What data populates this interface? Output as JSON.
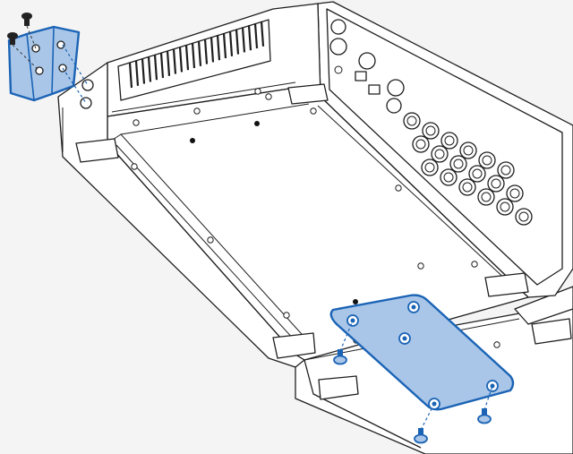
{
  "figure": {
    "colors": {
      "background": "#f4f4f4",
      "outline": "#1e1e1e",
      "device_fill": "#ffffff",
      "highlight_fill": "#a9c6e8",
      "highlight_stroke": "#1a63b5"
    },
    "parts": {
      "device_a": "device-chassis-upper",
      "device_b": "device-chassis-lower",
      "rack_ear": "rack-ear-bracket",
      "joining_plate": "joining-plate",
      "screws": "mounting-screw-icon"
    }
  }
}
